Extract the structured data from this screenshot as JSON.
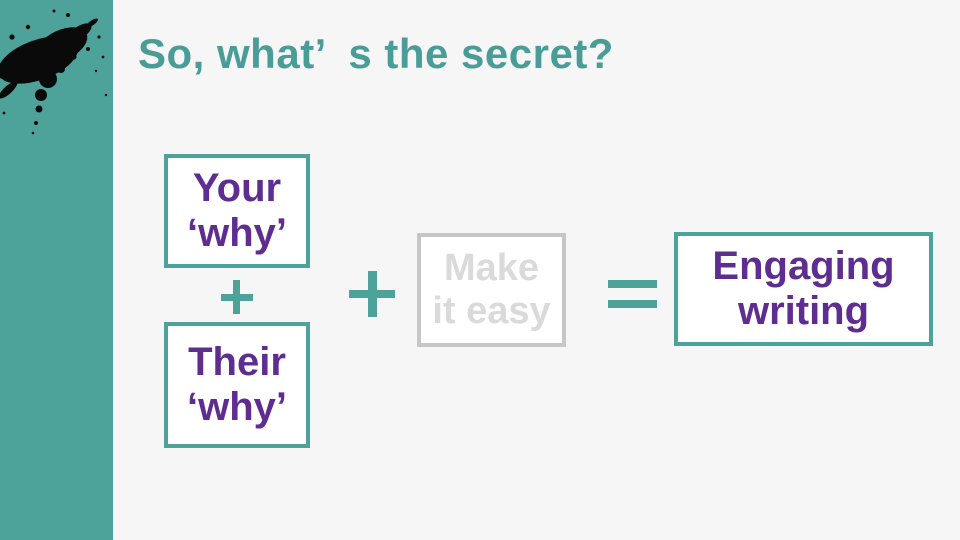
{
  "slide": {
    "title": "So, what’ s the secret?",
    "colors": {
      "accent_teal": "#4da29a",
      "title_teal": "#4a9d96",
      "purple_text": "#5f2d8f",
      "gray_border": "#c6c6c6",
      "gray_text": "#dadada",
      "background": "#f5f6f5",
      "box_background": "#ffffff",
      "ink_splatter": "#0a0a0a"
    },
    "equation": {
      "operand_your": {
        "line1": "Your",
        "line2": "‘why’"
      },
      "operator_inner": "+",
      "operand_their": {
        "line1": "Their",
        "line2": "‘why’"
      },
      "operator_plus": "+",
      "operand_make": {
        "line1": "Make",
        "line2": "it easy"
      },
      "operator_equals": "=",
      "result": {
        "line1": "Engaging",
        "line2": "writing"
      }
    }
  }
}
